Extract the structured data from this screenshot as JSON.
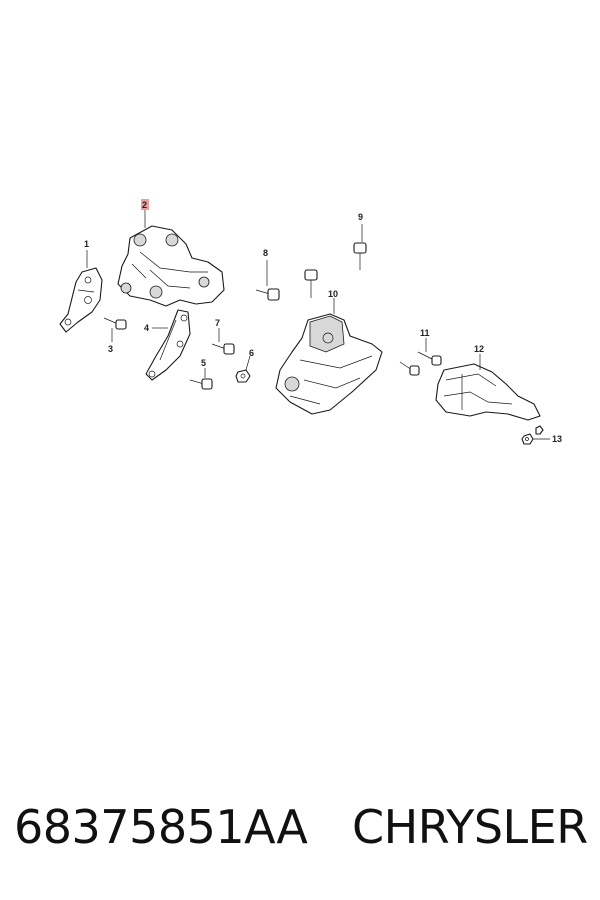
{
  "callouts": {
    "c1": "1",
    "c2": "2",
    "c3": "3",
    "c4": "4",
    "c5": "5",
    "c6": "6",
    "c7": "7",
    "c8": "8",
    "c9": "9",
    "c10": "10",
    "c11": "11",
    "c12": "12",
    "c13": "13"
  },
  "highlight_color": "#e8a0a0",
  "footer": {
    "part_number": "68375851AA",
    "brand": "CHRYSLER"
  }
}
